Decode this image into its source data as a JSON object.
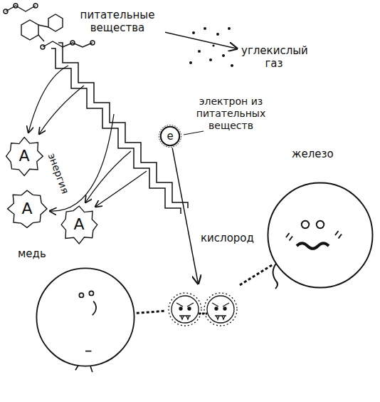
{
  "diagram": {
    "nodes": [
      {
        "text": [
          "питательные вещества"
        ]
      },
      {
        "text": [
          "углекислый газ"
        ]
      },
      {
        "text": [
          "e"
        ]
      },
      {
        "text": [
          "А"
        ]
      },
      {
        "text": [
          "А"
        ]
      },
      {
        "text": [
          "А"
        ]
      },
      {
        "text": [
          "кислород"
        ]
      },
      {
        "text": [
          "медь"
        ]
      },
      {
        "text": [
          "железо"
        ]
      }
    ],
    "edges": [
      {
        "from": 0,
        "to": 1,
        "arrow": "to"
      },
      {
        "from": 2,
        "to": 6,
        "arrow": "to"
      },
      {
        "from": 7,
        "to": 6,
        "arrow": "none"
      },
      {
        "from": 6,
        "to": 8,
        "arrow": "none"
      }
    ],
    "labels": [
      "электрон из питательных веществ",
      "энергия"
    ]
  }
}
